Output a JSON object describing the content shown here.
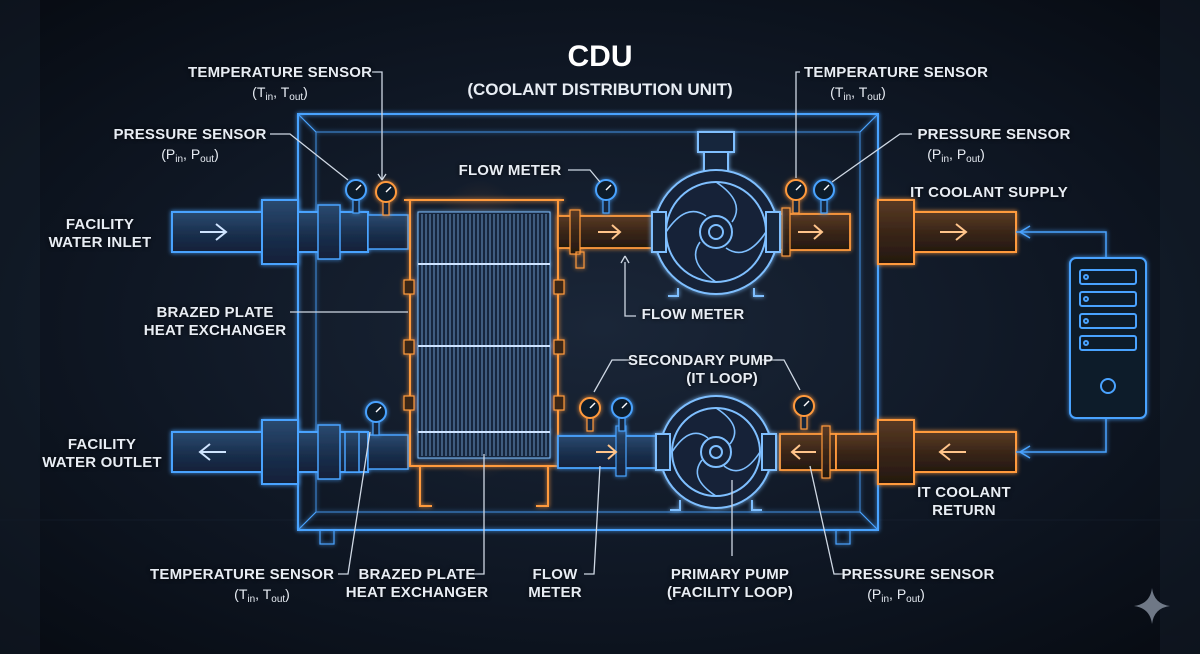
{
  "title": "CDU",
  "subtitle": "(COOLANT DISTRIBUTION UNIT)",
  "labels": {
    "temp_sensor_top_left": "TEMPERATURE SENSOR",
    "temp_sensor_top_right": "TEMPERATURE SENSOR",
    "temp_sensor_bottom_left": "TEMPERATURE SENSOR",
    "pressure_sensor_top_left": "PRESSURE SENSOR",
    "pressure_sensor_top_right": "PRESSURE SENSOR",
    "pressure_sensor_bottom_right": "PRESSURE SENSOR",
    "flow_meter_top": "FLOW METER",
    "flow_meter_mid": "FLOW METER",
    "flow_meter_bottom_1": "FLOW",
    "flow_meter_bottom_2": "METER",
    "facility_inlet_1": "FACILITY",
    "facility_inlet_2": "WATER INLET",
    "facility_outlet_1": "FACILITY",
    "facility_outlet_2": "WATER OUTLET",
    "bphe_left_1": "BRAZED PLATE",
    "bphe_left_2": "HEAT EXCHANGER",
    "bphe_bottom_1": "BRAZED PLATE",
    "bphe_bottom_2": "HEAT EXCHANGER",
    "secondary_pump_1": "SECONDARY PUMP",
    "secondary_pump_2": "(IT LOOP)",
    "primary_pump_1": "PRIMARY PUMP",
    "primary_pump_2": "(FACILITY LOOP)",
    "it_supply": "IT COOLANT SUPPLY",
    "it_return_1": "IT COOLANT",
    "it_return_2": "RETURN"
  },
  "sublabels": {
    "temp_var": "T",
    "pres_var": "P",
    "in": "in",
    "out": "out",
    "open": "(",
    "sep": ", ",
    "close": ")"
  },
  "colors": {
    "blue": "#4aa3ff",
    "orange": "#ff9a3c",
    "text": "#e8edf4",
    "bg": "#0f1724"
  },
  "icons": [
    "sparkle-icon",
    "server-icon",
    "pump-icon",
    "gauge-icon"
  ]
}
